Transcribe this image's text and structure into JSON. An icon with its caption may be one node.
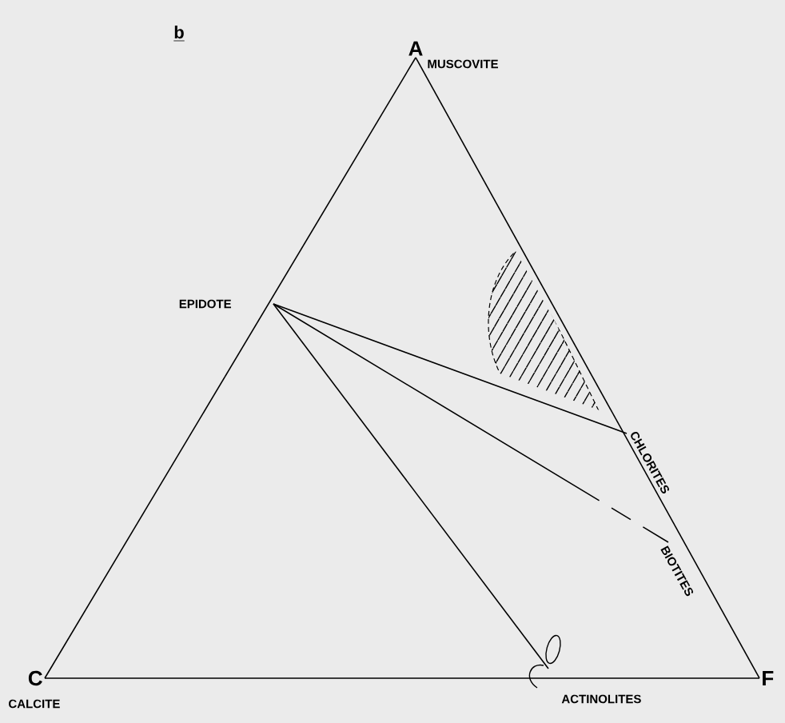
{
  "diagram": {
    "nodes": [
      {
        "text": [
          "A"
        ],
        "beside": [
          "MUSCOVITE"
        ]
      },
      {
        "text": [
          "C"
        ],
        "beside": [
          "CALCITE"
        ]
      },
      {
        "text": [
          "F"
        ]
      },
      {
        "text": [
          "EPIDOTE"
        ]
      },
      {
        "text": [
          "CHLORITES"
        ]
      },
      {
        "text": [
          "BIOTITES"
        ]
      },
      {
        "text": [
          "ACTINOLITES"
        ]
      }
    ],
    "edges": [
      {
        "from": 0,
        "to": 1,
        "arrow": "none"
      },
      {
        "from": 1,
        "to": 2,
        "arrow": "none"
      },
      {
        "from": 2,
        "to": 0,
        "arrow": "none"
      },
      {
        "from": 3,
        "to": 4,
        "arrow": "none"
      },
      {
        "from": 3,
        "to": 5,
        "arrow": "none",
        "style": "dashed"
      },
      {
        "from": 3,
        "to": 6,
        "arrow": "none"
      }
    ],
    "labels": [
      "b"
    ]
  }
}
